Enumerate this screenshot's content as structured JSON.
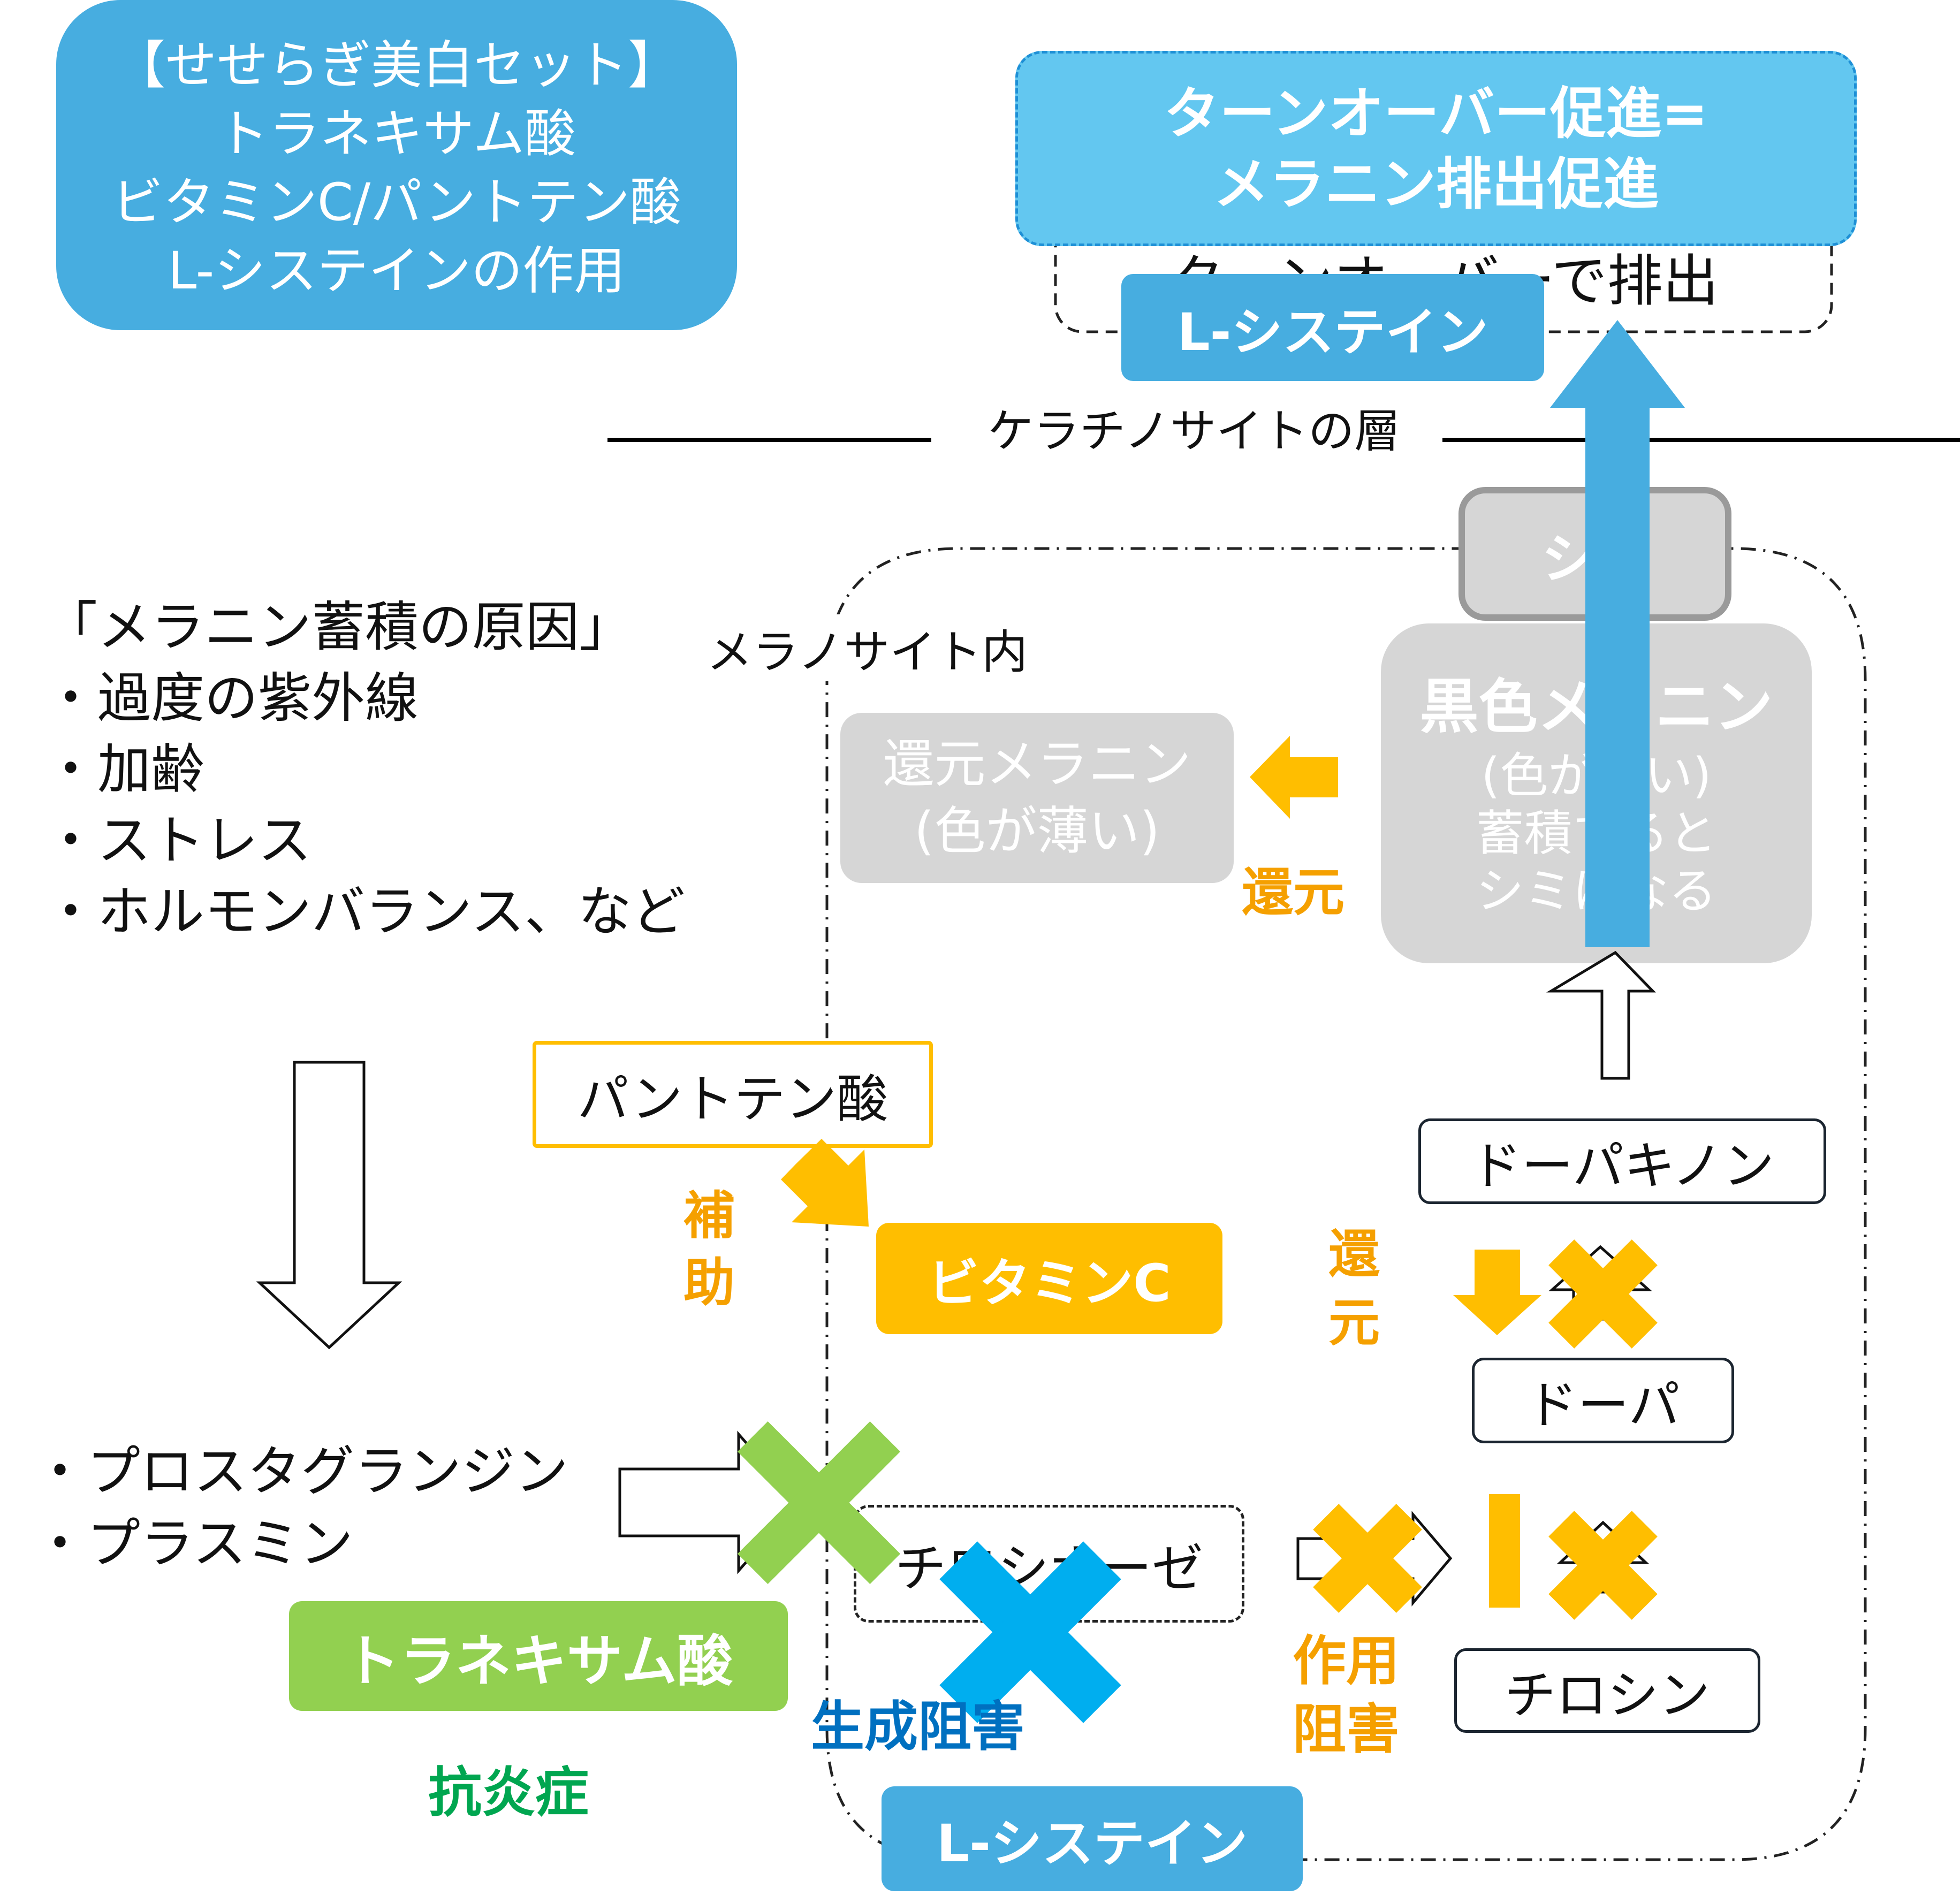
{
  "title_box": {
    "line1": "【せせらぎ美白セット】",
    "line2": "トラネキサム酸",
    "line3": "ビタミンC/パントテン酸",
    "line4": "L-システインの作用"
  },
  "turnover": {
    "line1": "ターンオーバー促進=",
    "line2": "メラニン排出促進",
    "behind_text": "ターンオーバーで排出",
    "lcys_label": "L-システイン"
  },
  "keratinocyte_label": "ケラチノサイトの層",
  "causes": {
    "heading": "「メラニン蓄積の原因」",
    "items": [
      "・過度の紫外線",
      "・加齢",
      "・ストレス",
      "・ホルモンバランス、など"
    ]
  },
  "melanocyte_label": "メラノサイト内",
  "reduced_melanin": {
    "line1": "還元メラニン",
    "line2": "(色が薄い)"
  },
  "reduction_label": "還元",
  "black_melanin": {
    "line1": "黒色メラニン",
    "line2": "(色が濃い)",
    "line3": "蓄積すると",
    "line4": "シミになる"
  },
  "stain_label": "シミ",
  "pantothenic": "パントテン酸",
  "assist_label": {
    "c1": "補",
    "c2": "助"
  },
  "vitc_label": "ビタミンC",
  "reduction_vertical": {
    "c1": "還",
    "c2": "元"
  },
  "dopaquinone": "ドーパキノン",
  "dopa": "ドーパ",
  "tyrosine": "チロシン",
  "tyrosinase": "チロシナーゼ",
  "signals": [
    "・プロスタグランジン",
    "・プラスミン"
  ],
  "tranexamic_label": "トラネキサム酸",
  "antiinflammatory_label": "抗炎症",
  "production_inhibit": "生成阻害",
  "action_inhibit": {
    "line1": "作用",
    "line2": "阻害"
  },
  "lcys_bottom_label": "L-システイン",
  "colors": {
    "blue": "#47ade0",
    "light_blue": "#63c7f0",
    "orange": "#ffbe00",
    "orange_text": "#f5a000",
    "green": "#92d050",
    "green_text": "#00a650",
    "cyan_cross": "#00aeef",
    "deep_blue_text": "#0070c0",
    "gray_box": "#d6d6d6"
  },
  "icons": [
    "down-hollow-arrow-icon",
    "right-hollow-arrow-icon",
    "up-hollow-arrow-icon",
    "up-blue-arrow-icon",
    "left-orange-arrow-icon",
    "down-orange-arrow-icon",
    "cross-icon"
  ]
}
